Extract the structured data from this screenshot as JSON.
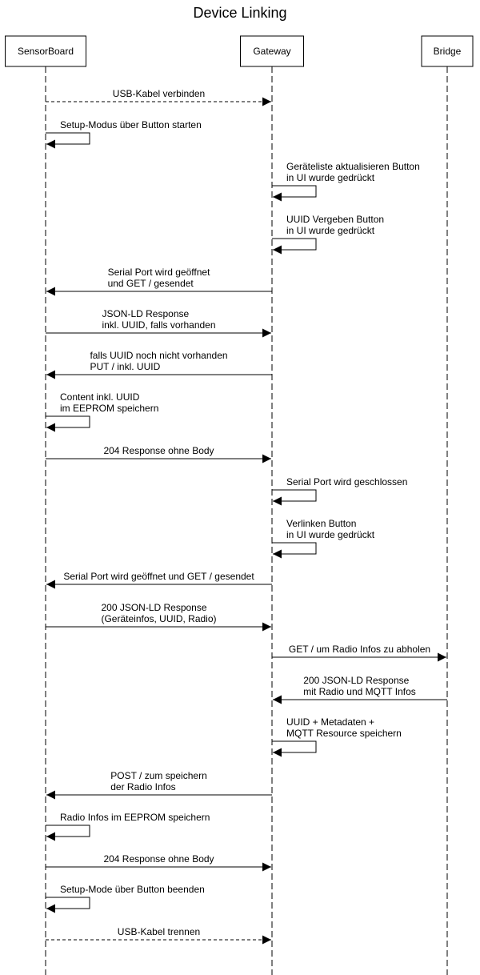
{
  "title": "Device Linking",
  "participants": [
    {
      "id": "sensor",
      "label": "SensorBoard"
    },
    {
      "id": "gateway",
      "label": "Gateway"
    },
    {
      "id": "bridge",
      "label": "Bridge"
    }
  ],
  "messages": [
    {
      "from": "sensor",
      "to": "gateway",
      "dashed": true,
      "lines": [
        "USB-Kabel verbinden"
      ]
    },
    {
      "from": "sensor",
      "to": "sensor",
      "lines": [
        "Setup-Modus über Button starten"
      ]
    },
    {
      "from": "gateway",
      "to": "gateway",
      "lines": [
        "Geräteliste aktualisieren Button",
        "in UI wurde gedrückt"
      ]
    },
    {
      "from": "gateway",
      "to": "gateway",
      "lines": [
        "UUID Vergeben Button",
        "in UI wurde gedrückt"
      ]
    },
    {
      "from": "gateway",
      "to": "sensor",
      "lines": [
        "Serial Port wird geöffnet",
        "und GET / gesendet"
      ]
    },
    {
      "from": "sensor",
      "to": "gateway",
      "lines": [
        "JSON-LD Response",
        "inkl. UUID, falls vorhanden"
      ]
    },
    {
      "from": "gateway",
      "to": "sensor",
      "lines": [
        "falls UUID noch nicht vorhanden",
        "PUT / inkl. UUID"
      ]
    },
    {
      "from": "sensor",
      "to": "sensor",
      "lines": [
        "Content inkl. UUID",
        "im EEPROM speichern"
      ]
    },
    {
      "from": "sensor",
      "to": "gateway",
      "lines": [
        "204 Response ohne Body"
      ]
    },
    {
      "from": "gateway",
      "to": "gateway",
      "lines": [
        "Serial Port wird geschlossen"
      ]
    },
    {
      "from": "gateway",
      "to": "gateway",
      "lines": [
        "Verlinken Button",
        "in UI wurde gedrückt"
      ]
    },
    {
      "from": "gateway",
      "to": "sensor",
      "lines": [
        "Serial Port wird geöffnet und GET / gesendet"
      ]
    },
    {
      "from": "sensor",
      "to": "gateway",
      "lines": [
        "200 JSON-LD Response",
        "(Geräteinfos, UUID, Radio)"
      ]
    },
    {
      "from": "gateway",
      "to": "bridge",
      "lines": [
        "GET / um Radio Infos zu abholen"
      ]
    },
    {
      "from": "bridge",
      "to": "gateway",
      "lines": [
        "200 JSON-LD Response",
        "mit Radio und MQTT Infos"
      ]
    },
    {
      "from": "gateway",
      "to": "gateway",
      "lines": [
        "UUID + Metadaten +",
        "MQTT Resource speichern"
      ]
    },
    {
      "from": "gateway",
      "to": "sensor",
      "lines": [
        "POST / zum speichern",
        "der Radio Infos"
      ]
    },
    {
      "from": "sensor",
      "to": "sensor",
      "lines": [
        "Radio Infos im EEPROM speichern"
      ]
    },
    {
      "from": "sensor",
      "to": "gateway",
      "lines": [
        "204 Response ohne Body"
      ]
    },
    {
      "from": "sensor",
      "to": "sensor",
      "lines": [
        "Setup-Mode über Button beenden"
      ]
    },
    {
      "from": "sensor",
      "to": "gateway",
      "dashed": true,
      "lines": [
        "USB-Kabel trennen"
      ]
    }
  ]
}
